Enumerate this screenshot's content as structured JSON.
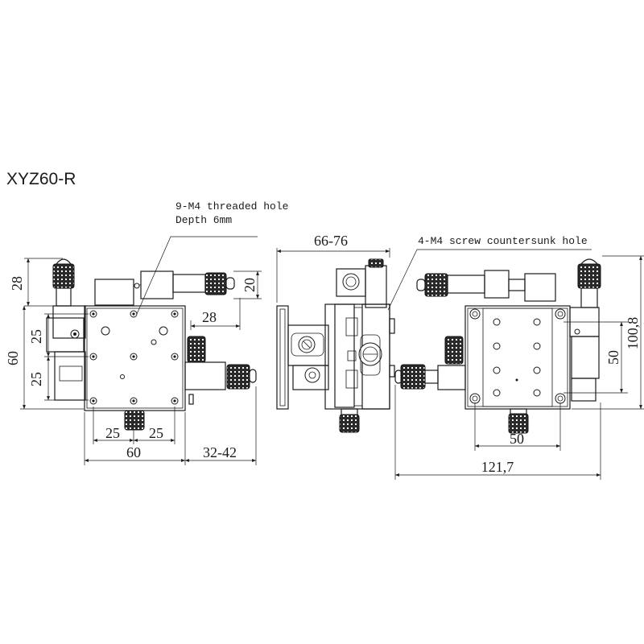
{
  "title": "XYZ60-R",
  "notes": {
    "threaded_hole_line1": "9-M4 threaded hole",
    "threaded_hole_line2": "Depth 6mm",
    "countersunk_hole": "4-M4 screw countersunk hole"
  },
  "dimensions": {
    "left_28_vertical": "28",
    "left_20_vertical": "20",
    "left_28_horizontal": "28",
    "left_25_upper": "25",
    "left_25_lower": "25",
    "left_60_vertical": "60",
    "left_25_bottom_a": "25",
    "left_25_bottom_b": "25",
    "left_60_horizontal": "60",
    "left_travel_32_42": "32-42",
    "middle_height_66_76": "66-76",
    "right_50_vertical": "50",
    "right_100_8": "100,8",
    "right_50_horizontal": "50",
    "right_121_7": "121,7"
  }
}
